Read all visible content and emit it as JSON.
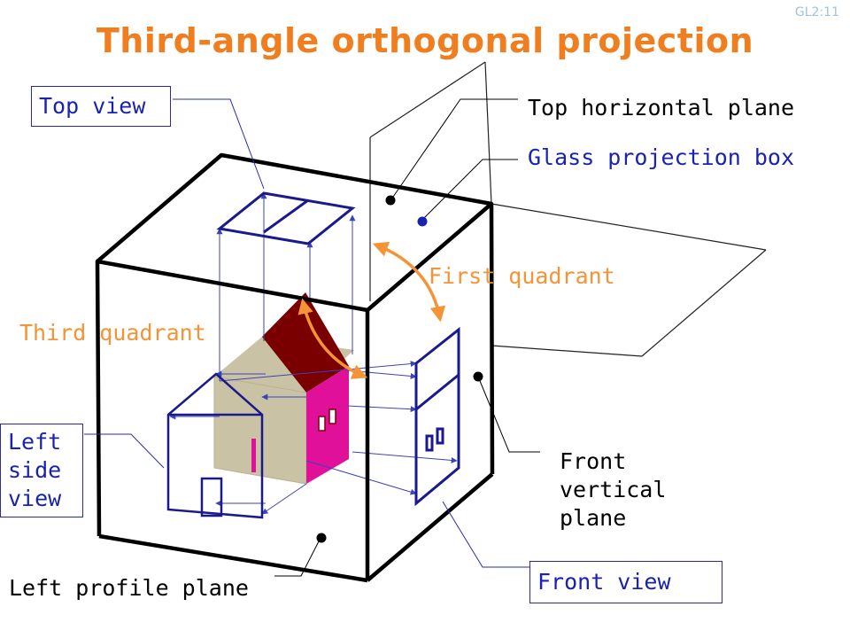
{
  "slide_id": "GL2:11",
  "title": "Third-angle orthogonal projection",
  "labels": {
    "top_view": "Top view",
    "top_horizontal_plane": "Top horizontal plane",
    "glass_projection_box": "Glass projection box",
    "first_quadrant": "First quadrant",
    "third_quadrant": "Third quadrant",
    "left_side_view": [
      "Left",
      "side",
      "view"
    ],
    "front_vertical_plane": [
      "Front",
      "vertical",
      "plane"
    ],
    "left_profile_plane": "Left profile plane",
    "front_view": "Front view"
  },
  "colors": {
    "title": "#f07e1e",
    "quadrant_labels": "#f59437",
    "projection_lines": "#1a22a8",
    "box_edges": "#000000",
    "roof_dark": "#7a0000",
    "wall_magenta": "#e0109a",
    "wall_tan": "#c9c2a5"
  }
}
